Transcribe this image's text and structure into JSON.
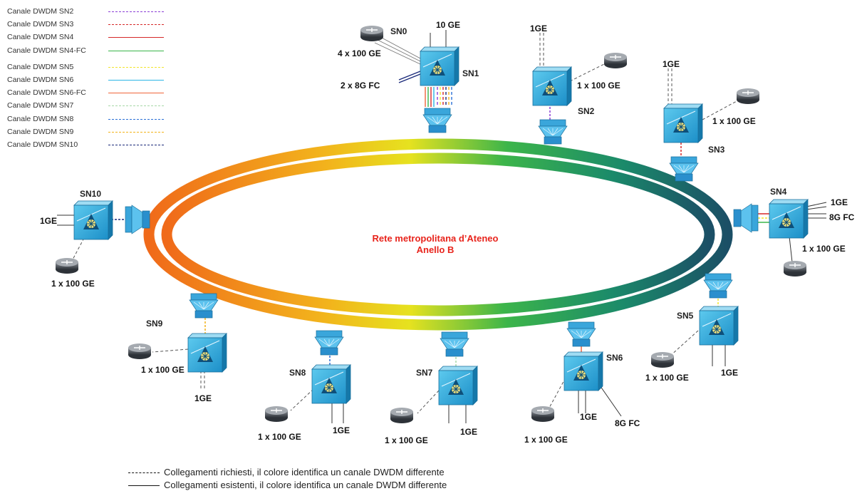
{
  "colors": {
    "sn2": "#8b3fd6",
    "sn3": "#d62828",
    "sn4": "#d62828",
    "sn4fc": "#3ab54a",
    "sn5": "#f2e52b",
    "sn6": "#2bb6e5",
    "sn6fc": "#f0653a",
    "sn7": "#a8d8a8",
    "sn8": "#2a6fd6",
    "sn9": "#f2b21a",
    "sn10": "#1a2a7a",
    "title": "#e8241c"
  },
  "legend": [
    {
      "label": "Canale DWDM SN2",
      "color": "#8b3fd6",
      "style": "dashed"
    },
    {
      "label": "Canale DWDM SN3",
      "color": "#d62828",
      "style": "dashed"
    },
    {
      "label": "Canale DWDM SN4",
      "color": "#d62828",
      "style": "solid"
    },
    {
      "label": "Canale DWDM SN4-FC",
      "color": "#3ab54a",
      "style": "solid"
    },
    {
      "label": "Canale DWDM SN5",
      "color": "#f2e52b",
      "style": "dashed"
    },
    {
      "label": "Canale DWDM SN6",
      "color": "#2bb6e5",
      "style": "solid"
    },
    {
      "label": "Canale DWDM SN6-FC",
      "color": "#f0653a",
      "style": "solid"
    },
    {
      "label": "Canale DWDM SN7",
      "color": "#a8d8a8",
      "style": "dashed"
    },
    {
      "label": "Canale DWDM SN8",
      "color": "#2a6fd6",
      "style": "dashed"
    },
    {
      "label": "Canale DWDM SN9",
      "color": "#f2b21a",
      "style": "dashed"
    },
    {
      "label": "Canale DWDM SN10",
      "color": "#1a2a7a",
      "style": "dashed"
    }
  ],
  "ring": {
    "title_line1": "Rete metropolitana d’Ateneo",
    "title_line2": "Anello B"
  },
  "nodes": {
    "sn0": "SN0",
    "sn1": "SN1",
    "sn2": "SN2",
    "sn3": "SN3",
    "sn4": "SN4",
    "sn5": "SN5",
    "sn6": "SN6",
    "sn7": "SN7",
    "sn8": "SN8",
    "sn9": "SN9",
    "sn10": "SN10"
  },
  "links": {
    "sn1_10ge": "10 GE",
    "sn1_4x100": "4 x 100 GE",
    "sn1_2x8fc": "2 x 8G FC",
    "sn2_1ge": "1GE",
    "sn2_100": "1 x 100 GE",
    "sn3_1ge": "1GE",
    "sn3_100": "1 x 100 GE",
    "sn4_1ge": "1GE",
    "sn4_8gfc": "8G FC",
    "sn4_100": "1 x 100 GE",
    "sn5_100": "1 x 100 GE",
    "sn5_1ge": "1GE",
    "sn6_100": "1 x 100 GE",
    "sn6_1ge": "1GE",
    "sn6_8gfc": "8G FC",
    "sn7_100": "1 x 100 GE",
    "sn7_1ge": "1GE",
    "sn8_100": "1 x 100 GE",
    "sn8_1ge": "1GE",
    "sn9_100": "1 x 100 GE",
    "sn9_1ge": "1GE",
    "sn10_1ge": "1GE",
    "sn10_100": "1 x 100 GE"
  },
  "footer": {
    "dashed": "Collegamenti richiesti, il colore identifica un canale DWDM differente",
    "solid": "Collegamenti esistenti, il colore identifica un canale DWDM differente"
  }
}
